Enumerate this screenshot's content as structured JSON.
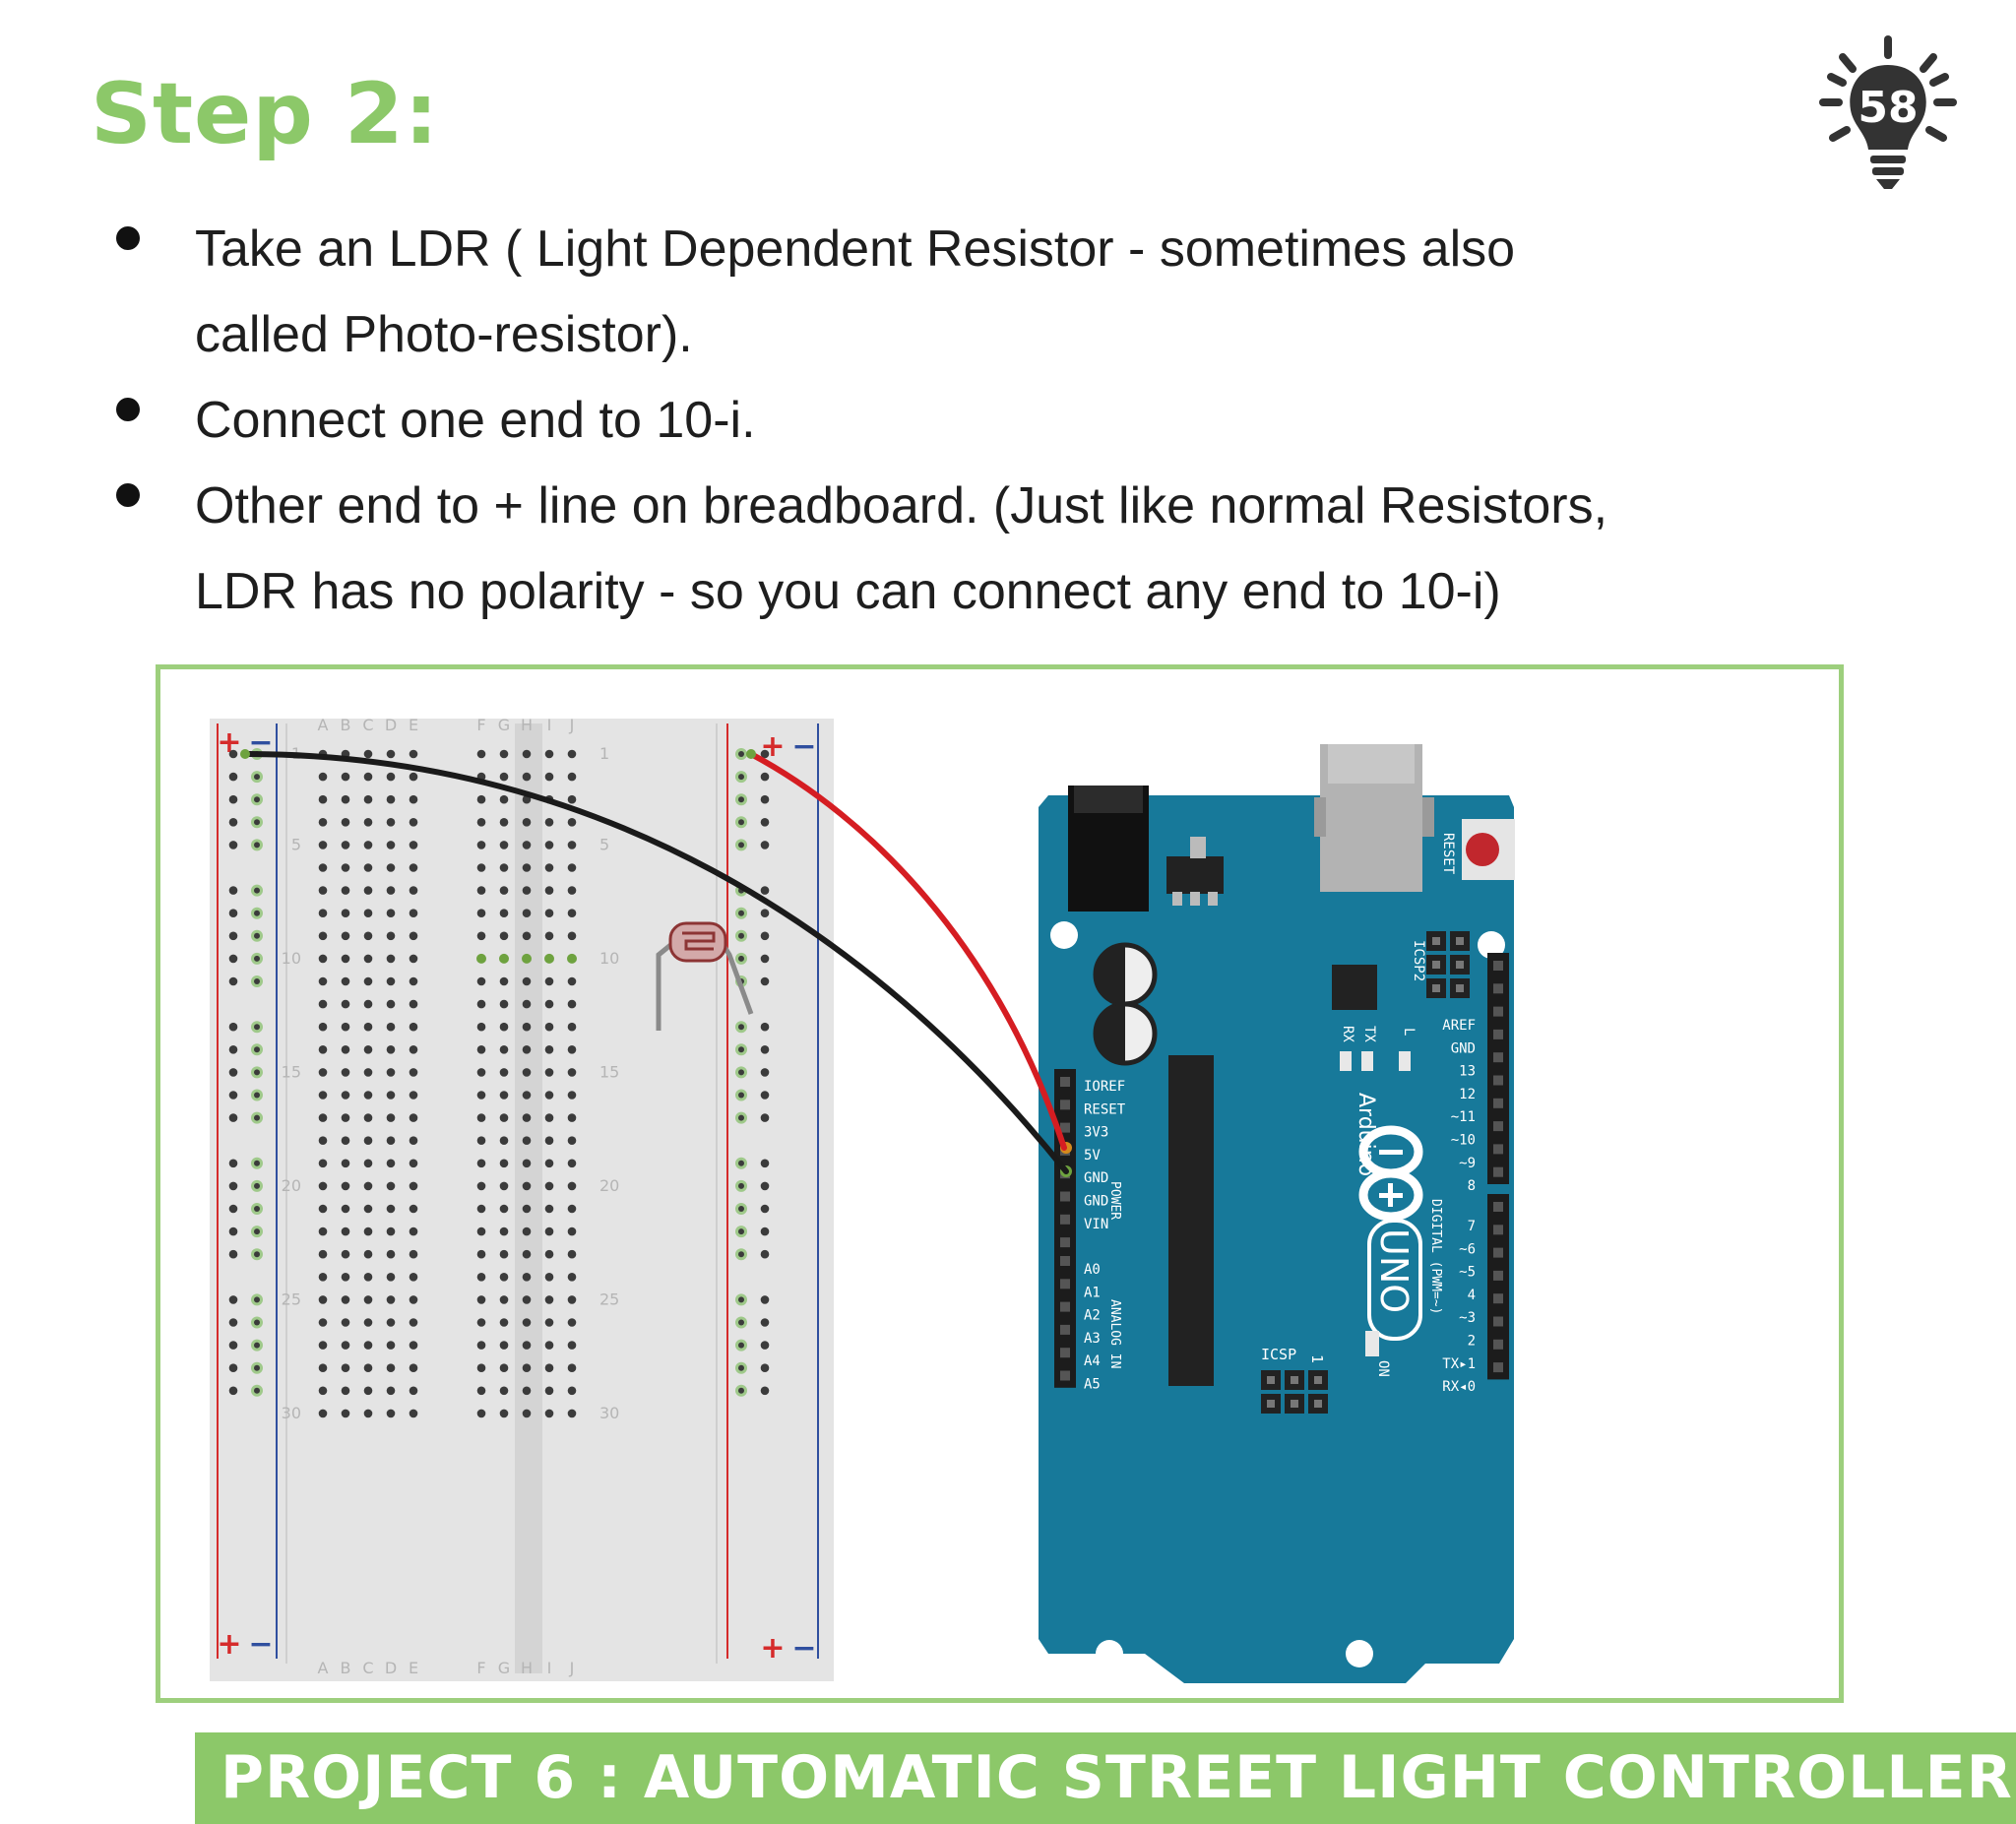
{
  "title": "Step 2:",
  "badge": {
    "number": "58",
    "icon": "lightbulb-icon"
  },
  "bullets": [
    {
      "line1": "Take an LDR ( Light Dependent Resistor - sometimes also",
      "line2": "called Photo-resistor)."
    },
    {
      "line1": "Connect one end to 10-i."
    },
    {
      "line1": "Other end to + line on breadboard. (Just like normal Resistors,",
      "line2": "LDR has no polarity - so you can connect any end to 10-i)"
    }
  ],
  "breadboard": {
    "columns_left": [
      "A",
      "B",
      "C",
      "D",
      "E"
    ],
    "columns_right": [
      "F",
      "G",
      "H",
      "I",
      "J"
    ],
    "row_labels": [
      "1",
      "5",
      "10",
      "15",
      "20",
      "25",
      "30"
    ],
    "plus": "+",
    "minus": "−"
  },
  "arduino": {
    "brand": "Arduino",
    "trademark": "™",
    "model": "UNO",
    "reset_label": "RESET",
    "icsp2_label": "ICSP2",
    "icsp_label": "ICSP",
    "icsp_pin1": "1",
    "on_label": "ON",
    "tx_label": "TX",
    "rx_label": "RX",
    "l_label": "L",
    "power_pins": [
      "IOREF",
      "RESET",
      "3V3",
      "5V",
      "GND",
      "GND",
      "VIN"
    ],
    "power_label": "POWER",
    "analog_pins": [
      "A0",
      "A1",
      "A2",
      "A3",
      "A4",
      "A5"
    ],
    "analog_label": "ANALOG IN",
    "digital_top": [
      "AREF",
      "GND",
      "13",
      "12",
      "~11",
      "~10",
      "~9",
      "8"
    ],
    "digital_bottom": [
      "7",
      "~6",
      "~5",
      "4",
      "~3",
      "2",
      "TX▸1",
      "RX◂0"
    ],
    "digital_label": "DIGITAL (PWM=~)"
  },
  "colors": {
    "accent": "#8cc869",
    "board": "#17799a",
    "wire_red": "#d51d22",
    "wire_black": "#1a1a1a"
  },
  "footer": "PROJECT 6 : AUTOMATIC STREET LIGHT CONTROLLER"
}
